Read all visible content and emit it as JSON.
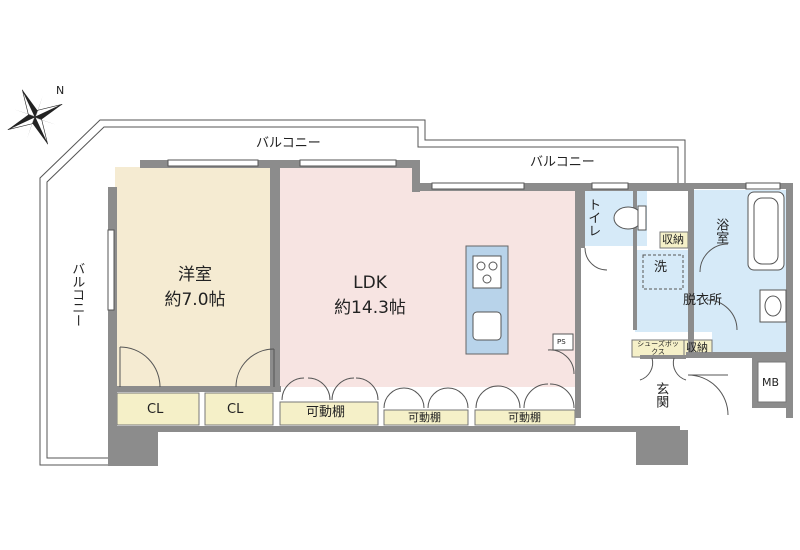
{
  "compass": {
    "north_label": "N"
  },
  "balconies": {
    "top_left": "バルコニー",
    "top_right": "バルコニー",
    "left_vertical": "バルコニー"
  },
  "rooms": {
    "western": {
      "name": "洋室",
      "size": "約7.0帖"
    },
    "ldk": {
      "name": "LDK",
      "size": "約14.3帖"
    },
    "toilet": "トイレ",
    "bath": "浴室",
    "washer": "洗",
    "dressing": "脱衣所",
    "entrance": "玄関",
    "mb": "MB",
    "ps": "PS"
  },
  "storage": {
    "cl1": "CL",
    "cl2": "CL",
    "movable_shelf_1": "可動棚",
    "movable_shelf_2": "可動棚",
    "movable_shelf_3": "可動棚",
    "toilet_storage": "収納",
    "shoe_box": "シューズボックス",
    "hall_storage": "収納"
  },
  "colors": {
    "wall": "#8c8c8c",
    "western_floor": "#f5ebd2",
    "ldk_floor": "#f7e4e2",
    "wet_floor": "#d6eaf8",
    "closet_fill": "#f5f0c8",
    "counter": "#b8d3ea"
  }
}
